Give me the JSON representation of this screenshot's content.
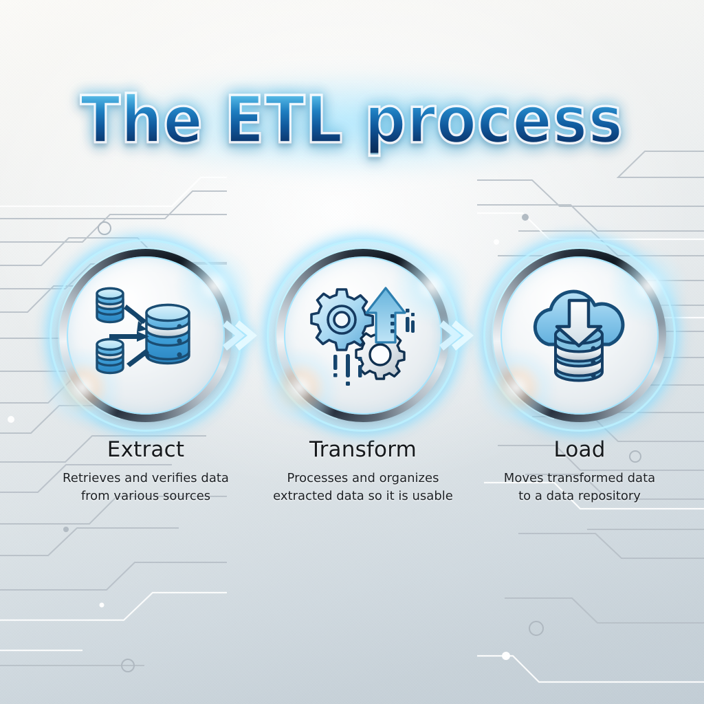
{
  "page": {
    "title": "The ETL process",
    "background_top_color": "#fbfaf7",
    "background_bottom_color": "#c3ced6",
    "accent_color": "#4aafe0",
    "glow_color": "#96e1ff",
    "title_gradient_top": "#8fd9f5",
    "title_gradient_bottom": "#0a2a56"
  },
  "steps": [
    {
      "id": "extract",
      "title": "Extract",
      "description": "Retrieves and verifies data\nfrom various sources",
      "desc_line_1": "Retrieves and verifies data",
      "desc_line_2": "from various sources",
      "icon": "databases-to-database-icon"
    },
    {
      "id": "transform",
      "title": "Transform",
      "description": "Processes and organizes\nextracted data so it is usable",
      "desc_line_1": "Processes and organizes",
      "desc_line_2": "extracted data so it is usable",
      "icon": "gears-with-up-arrow-icon"
    },
    {
      "id": "load",
      "title": "Load",
      "description": "Moves transformed data\nto a data repository",
      "desc_line_1": "Moves transformed data",
      "desc_line_2": "to a data repository",
      "icon": "cloud-download-to-database-icon"
    }
  ],
  "connectors": [
    {
      "id": "extract-to-transform",
      "icon": "chevron-right-arrow-icon"
    },
    {
      "id": "transform-to-load",
      "icon": "chevron-right-arrow-icon"
    }
  ],
  "decorations": {
    "left_pattern": "circuit-board-traces",
    "right_pattern": "circuit-board-traces"
  }
}
